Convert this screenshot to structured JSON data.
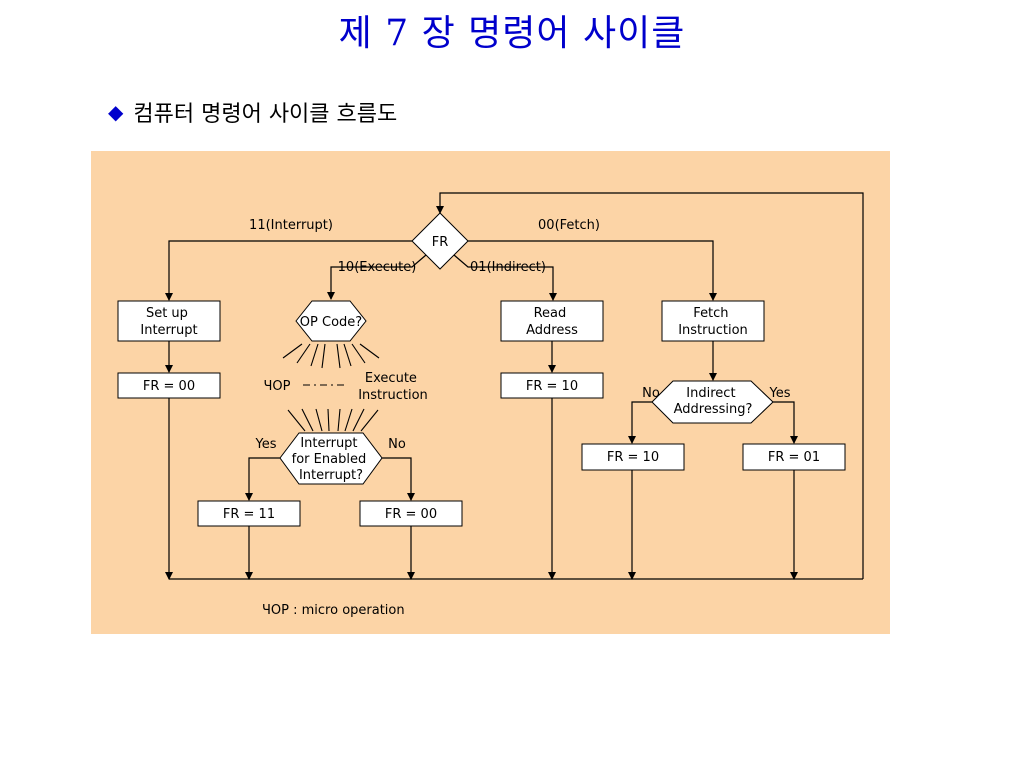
{
  "slide": {
    "title": "제 7 장 명령어 사이클",
    "subtitle": "컴퓨터 명령어 사이클 흐름도"
  },
  "colors": {
    "title": "#0000cc",
    "panel_background": "#fcd4a6"
  },
  "icons": {
    "bullet": "diamond-bullet-icon"
  },
  "flow": {
    "fr_decision": "FR",
    "branch_interrupt": "11(Interrupt)",
    "branch_fetch": "00(Fetch)",
    "branch_execute": "10(Execute)",
    "branch_indirect": "01(Indirect)",
    "setup_interrupt": [
      "Set up",
      "Interrupt"
    ],
    "opcode": "OP Code?",
    "read_address": [
      "Read",
      "Address"
    ],
    "fetch_instruction": [
      "Fetch",
      "Instruction"
    ],
    "fr00_interrupt": "FR = 00",
    "uop_label": "ЧOP",
    "execute_instruction": [
      "Execute",
      "Instruction"
    ],
    "fr10_read": "FR = 10",
    "indirect_question": [
      "Indirect",
      "Addressing?"
    ],
    "indirect_no": "No",
    "indirect_yes": "Yes",
    "interrupt_question": [
      "Interrupt",
      "for Enabled",
      "Interrupt?"
    ],
    "interrupt_yes": "Yes",
    "interrupt_no": "No",
    "fr10_indirect": "FR = 10",
    "fr01_indirect": "FR = 01",
    "fr11_execute": "FR = 11",
    "fr00_execute": "FR = 00",
    "legend": "ЧOP : micro operation"
  }
}
